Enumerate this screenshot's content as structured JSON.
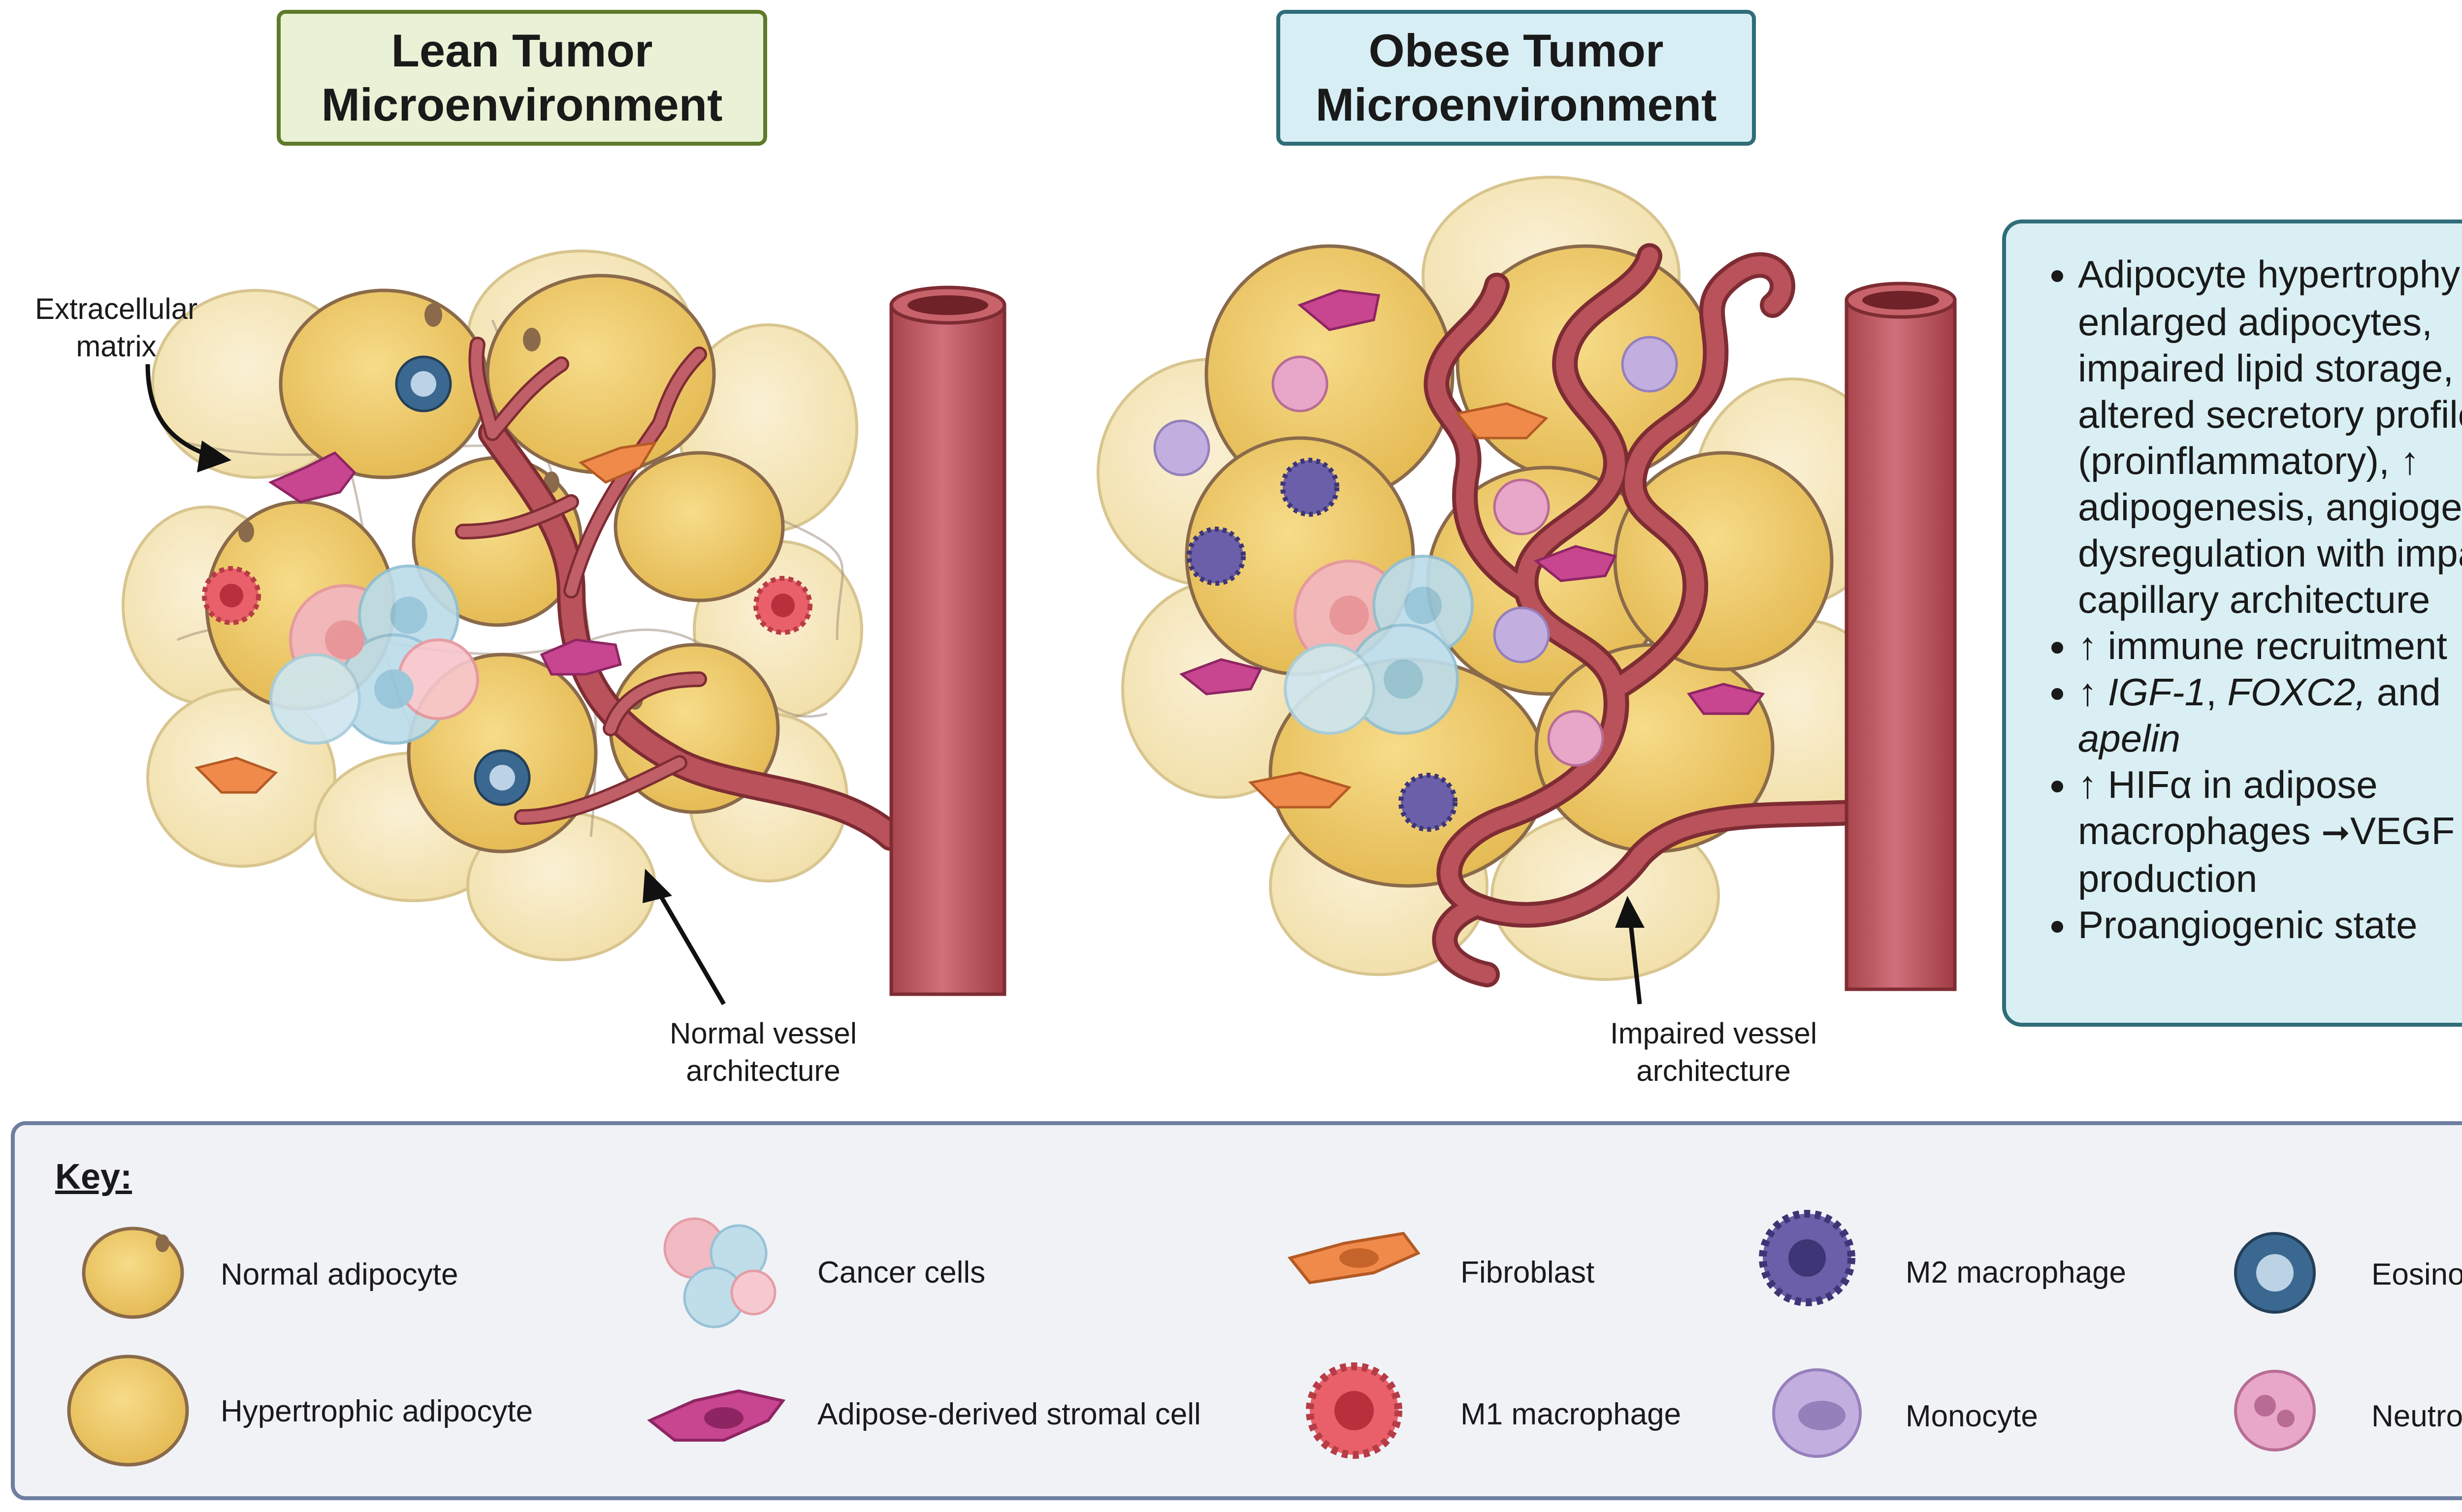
{
  "titles": {
    "lean_line1": "Lean Tumor",
    "lean_line2": "Microenvironment",
    "obese_line1": "Obese Tumor",
    "obese_line2": "Microenvironment"
  },
  "annotations": {
    "ecm_line1": "Extracellular",
    "ecm_line2": "matrix",
    "normal_vessel_line1": "Normal vessel",
    "normal_vessel_line2": "architecture",
    "impaired_vessel_line1": "Impaired vessel",
    "impaired_vessel_line2": "architecture"
  },
  "summary": {
    "b1_a": "Adipocyte hypertrophy",
    "b1_b": "enlarged adipocytes, impaired lipid storage, altered secretory profile (proinflammatory),",
    "b1_c": "adipogenesis, angiogenic dysregulation with impaired capillary architecture",
    "b2": "immune recruitment",
    "b3_a": "IGF-1",
    "b3_b": "FOXC2,",
    "b3_c": "and",
    "b3_d": "apelin",
    "b4_a": "HIFα in adipose macrophages",
    "b4_b": "VEGF production",
    "b5": "Proangiogenic state",
    "up_arrow": "↑",
    "right_arrow": "➞"
  },
  "key": {
    "title": "Key:",
    "items": [
      {
        "label": "Normal adipocyte"
      },
      {
        "label": "Hypertrophic adipocyte"
      },
      {
        "label": "Cancer cells"
      },
      {
        "label": "Adipose-derived stromal cell"
      },
      {
        "label": "Fibroblast"
      },
      {
        "label": "M1 macrophage"
      },
      {
        "label": "M2 macrophage"
      },
      {
        "label": "Monocyte"
      },
      {
        "label": "Eosinophil"
      },
      {
        "label": "Neutrophil"
      }
    ]
  },
  "colors": {
    "adipocyte_fill": "#f0cd6e",
    "adipocyte_edge": "#8a6a4a",
    "faded_adipocyte": "#f6e7bd",
    "vessel": "#b9525a",
    "vessel_dark": "#7e2c33",
    "stromal": "#c8458f",
    "fibroblast": "#f08a4b",
    "m1": "#e9606a",
    "m2": "#6a5fa8",
    "monocyte": "#c3aee0",
    "eosinophil": "#3b6891",
    "neutrophil": "#e8a6c9",
    "cancer_blue": "#bcdcea",
    "cancer_pink": "#f3b6bf"
  }
}
